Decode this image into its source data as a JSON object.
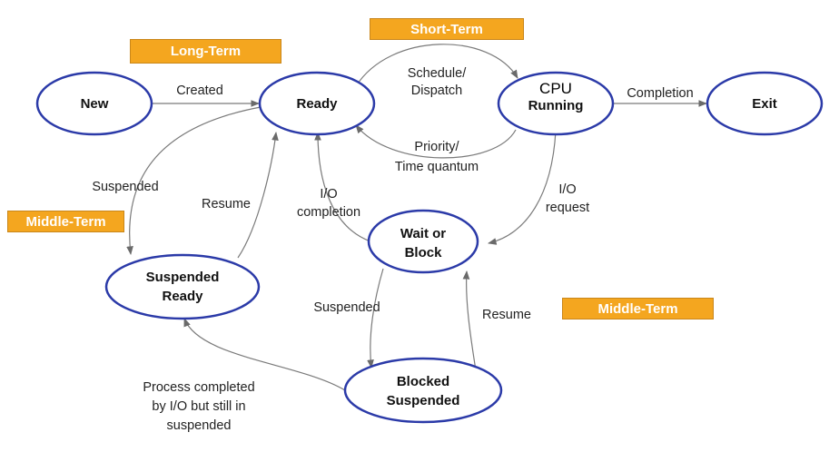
{
  "states": {
    "new": "New",
    "ready": "Ready",
    "cpu": "CPU",
    "running": "Running",
    "exit": "Exit",
    "wait_line1": "Wait or",
    "wait_line2": "Block",
    "susp_ready_line1": "Suspended",
    "susp_ready_line2": "Ready",
    "blocked_susp_line1": "Blocked",
    "blocked_susp_line2": "Suspended"
  },
  "transitions": {
    "created": "Created",
    "schedule_line1": "Schedule/",
    "schedule_line2": "Dispatch",
    "priority_line1": "Priority/",
    "priority_line2": "Time quantum",
    "completion": "Completion",
    "suspended_ready": "Suspended",
    "resume_ready": "Resume",
    "io_completion_line1": "I/O",
    "io_completion_line2": "completion",
    "io_request_line1": "I/O",
    "io_request_line2": "request",
    "suspended_blocked": "Suspended",
    "resume_blocked": "Resume",
    "process_completed_line1": "Process completed",
    "process_completed_line2": "by I/O but still in",
    "process_completed_line3": "suspended"
  },
  "schedulers": {
    "long_term": "Long-Term",
    "short_term": "Short-Term",
    "middle_term_left": "Middle-Term",
    "middle_term_right": "Middle-Term"
  },
  "colors": {
    "node_border": "#2b3aa8",
    "badge_fill": "#f4a61f",
    "edge": "#7a7a7a"
  }
}
